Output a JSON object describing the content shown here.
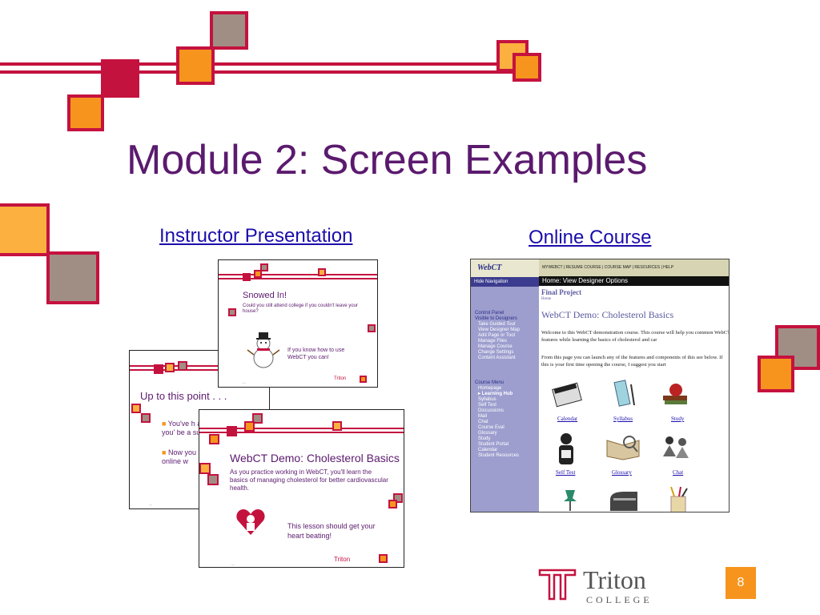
{
  "slide_title": "Module 2: Screen Examples",
  "links": {
    "instructor": "Instructor Presentation",
    "online": "Online Course"
  },
  "colors": {
    "crimson": "#c4123f",
    "purple": "#5b1a6e",
    "orange": "#f7941d",
    "gold": "#fbb040",
    "taupe": "#a08e84"
  },
  "slide_a": {
    "title": "Snowed In!",
    "text": "Could you still attend college if you couldn't leave your house?",
    "callout": "If you know how to use WebCT you can!",
    "image": "snowman-icon"
  },
  "slide_b": {
    "title": "Up to this point . . .",
    "bullet1": "You've h and you' be a suc",
    "bullet2": "Now you online w"
  },
  "slide_c": {
    "title": "WebCT Demo: Cholesterol Basics",
    "text": "As you practice working in WebCT, you'll learn the basics of managing cholesterol for better cardiovascular health.",
    "callout": "This lesson should get your heart beating!",
    "image": "heart-doctor-icon",
    "logo": "Triton"
  },
  "webct": {
    "logo": "WebCT",
    "topnav": "MYWEBCT  |  RESUME COURSE  |  COURSE MAP  |  RESOURCES  |  HELP",
    "hide_nav": "Hide Navigation",
    "bar": "Home:  View  Designer Options",
    "project": "Final Project",
    "crumb": "Home",
    "heading": "WebCT Demo: Cholesterol Basics",
    "para1": "Welcome to this WebCT demonstration course. This course will help you common WebCT features while learning the basics of cholesterol and car",
    "para2": "From this page you can launch any of the features and components of this see below. If this is your first time opening the course, I suggest you start",
    "nav_group1": [
      "Control Panel",
      "Visible to Designers"
    ],
    "nav_items1": [
      "Take Guided Tour",
      "View Designer Map",
      "Add Page or Tool",
      "Manage Files",
      "Manage Course",
      "Change Settings",
      "Content Assistant"
    ],
    "nav_group2": "Course Menu",
    "nav_items2": [
      "Homepage",
      "▸ Learning Hub",
      "Syllabus",
      "Self Test",
      "Discussions",
      "Mail",
      "Chat",
      "Course Eval",
      "Glossary",
      "Study",
      "Student Portal",
      "Calendar",
      "Student Resources"
    ],
    "icons": [
      "Calendar",
      "Syllabus",
      "Study",
      "Self Test",
      "Glossary",
      "Chat"
    ]
  },
  "logo": {
    "name": "Triton",
    "sub": "COLLEGE"
  },
  "page_number": "8"
}
